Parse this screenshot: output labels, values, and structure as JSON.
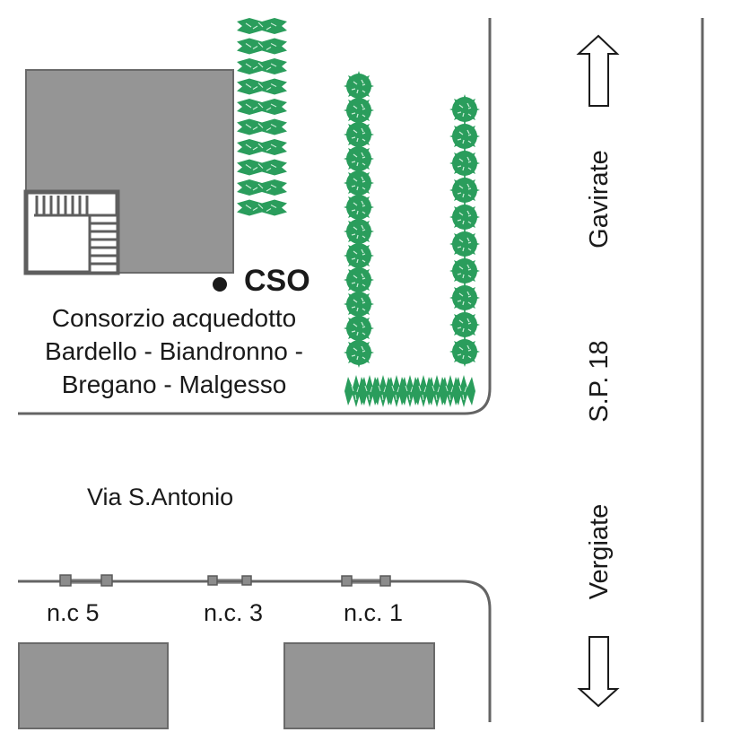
{
  "map": {
    "facility": {
      "code": "CSO",
      "description_lines": [
        "Consorzio acquedotto",
        "Bardello - Biandronno -",
        "Bregano - Malgesso"
      ]
    },
    "streets": {
      "local": "Via S.Antonio",
      "provincial": "S.P. 18"
    },
    "directions": {
      "north": "Gavirate",
      "south": "Vergiate"
    },
    "house_numbers": [
      "n.c 5",
      "n.c. 3",
      "n.c. 1"
    ],
    "icons": {
      "north_arrow": "arrow-up-outline",
      "south_arrow": "arrow-down-outline",
      "hedge": "tree-hedge",
      "gates": "gate-posts",
      "staircase": "stairs"
    },
    "colors": {
      "building": "#959595",
      "building_stroke": "#6a6a6a",
      "road_line": "#646464",
      "vegetation": "#2a9d5c",
      "text": "#1a1a1a"
    }
  }
}
